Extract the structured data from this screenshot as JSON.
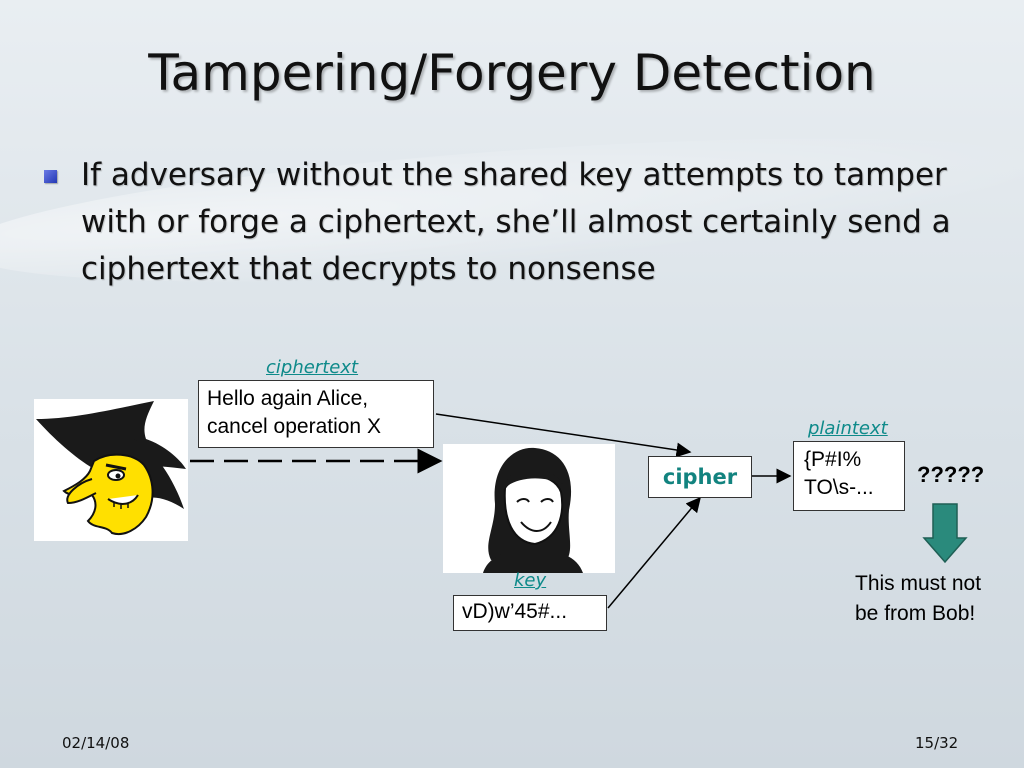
{
  "slide": {
    "title": "Tampering/Forgery Detection",
    "bullet": "If adversary without the shared key attempts to tamper with or forge a ciphertext, she’ll almost certainly send a ciphertext that decrypts to nonsense"
  },
  "diagram": {
    "ciphertext_label": "ciphertext",
    "ciphertext_line1": "Hello again Alice,",
    "ciphertext_line2": "cancel operation X",
    "key_label": "key",
    "key_value": "vD)w’45#...",
    "cipher_label": "cipher",
    "plaintext_label": "plaintext",
    "plaintext_line1": "{P#I%",
    "plaintext_line2": "TO\\s-...",
    "question": "?????",
    "note_line1": "This must not",
    "note_line2": "be from Bob!"
  },
  "footer": {
    "date": "02/14/08",
    "page": "15/32"
  },
  "colors": {
    "accent_teal": "#0e8a8a",
    "down_arrow": "#2a8a7c"
  }
}
